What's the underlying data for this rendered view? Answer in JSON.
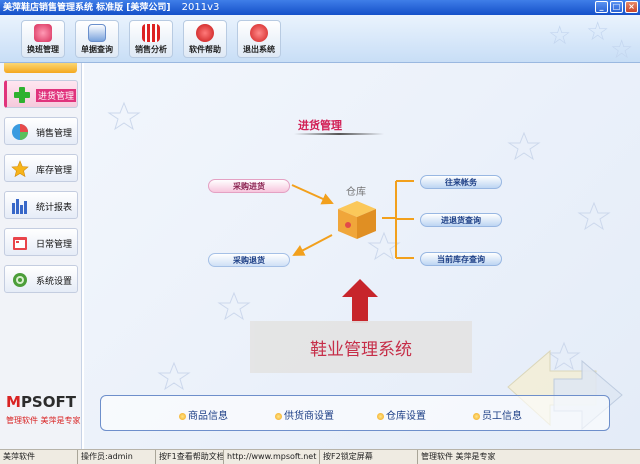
{
  "window": {
    "title": "美萍鞋店销售管理系统 标准版 [美萍公司]",
    "version": "2011v3",
    "buttons": [
      "_",
      "□",
      "×"
    ]
  },
  "toolbar": {
    "items": [
      {
        "label": "换班管理",
        "icon": "shift-change-icon"
      },
      {
        "label": "单据查询",
        "icon": "document-search-icon"
      },
      {
        "label": "销售分析",
        "icon": "sales-chart-icon"
      },
      {
        "label": "软件帮助",
        "icon": "help-icon"
      },
      {
        "label": "退出系统",
        "icon": "exit-icon"
      }
    ]
  },
  "sidebar": {
    "items": [
      {
        "label": "进货管理",
        "icon": "plus-icon",
        "active": true
      },
      {
        "label": "销售管理",
        "icon": "sales-icon"
      },
      {
        "label": "库存管理",
        "icon": "star-icon"
      },
      {
        "label": "统计报表",
        "icon": "report-icon"
      },
      {
        "label": "日常管理",
        "icon": "daily-icon"
      },
      {
        "label": "系统设置",
        "icon": "settings-gear-icon"
      }
    ],
    "logo": {
      "prefix": "M",
      "text": "PSOFT"
    },
    "slogan": "管理软件 美萍是专家"
  },
  "main": {
    "section_title": "进货管理",
    "warehouse_label": "仓库",
    "left_actions": [
      "采购进货",
      "采购退货"
    ],
    "right_actions": [
      "往来帐务",
      "进退货查询",
      "当前库存查询"
    ],
    "banner_text": "鞋业管理系统",
    "bottom_links": [
      "商品信息",
      "供货商设置",
      "仓库设置",
      "员工信息"
    ]
  },
  "statusbar": {
    "app": "美萍软件",
    "operator": "操作员:admin",
    "help": "按F1查看帮助文档",
    "url": "http://www.mpsoft.net",
    "lock": "按F2锁定屏幕",
    "slogan": "管理软件 美萍是专家"
  },
  "colors": {
    "titlebar": "#1550c9",
    "accent_pink": "#e0337c",
    "accent_red": "#c41e3a",
    "arrow_orange": "#f2a01c"
  }
}
